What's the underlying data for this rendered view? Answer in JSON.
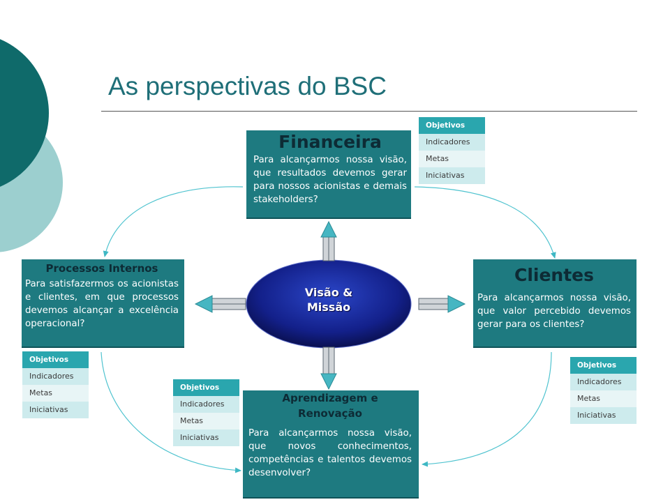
{
  "title": "As perspectivas do BSC",
  "center": {
    "line1": "Visão &",
    "line2": "Missão"
  },
  "financeira": {
    "title": "Financeira",
    "text": "Para alcançarmos nossa visão, que resultados devemos gerar para nossos acionistas e demais stakeholders?"
  },
  "processos": {
    "title": "Processos Internos",
    "text": "Para satisfazermos os acionistas e clientes, em que processos devemos alcançar a excelência operacional?"
  },
  "clientes": {
    "title": "Clientes",
    "text": "Para alcançarmos nossa visão, que valor percebido devemos gerar para os clientes?"
  },
  "aprendizagem": {
    "title_line1": "Aprendizagem e",
    "title_line2": "Renovação",
    "text": "Para alcançarmos nossa visão, que novos conhecimentos, competências e talentos devemos desenvolver?"
  },
  "lists": {
    "financeira": [
      "Objetivos",
      "Indicadores",
      "Metas",
      "Iniciativas"
    ],
    "processos": [
      "Objetivos",
      "Indicadores",
      "Metas",
      "Iniciativas"
    ],
    "clientes": [
      "Objetivos",
      "Indicadores",
      "Metas",
      "Iniciativas"
    ],
    "aprendizagem": [
      "Objetivos",
      "Indicadores",
      "Metas",
      "Iniciativas"
    ]
  },
  "colors": {
    "box": "#1e7a80",
    "list_header": "#2aa6ae",
    "title": "#1f6f78",
    "center": "#1a2a8a",
    "curve": "#4fc3cf"
  }
}
